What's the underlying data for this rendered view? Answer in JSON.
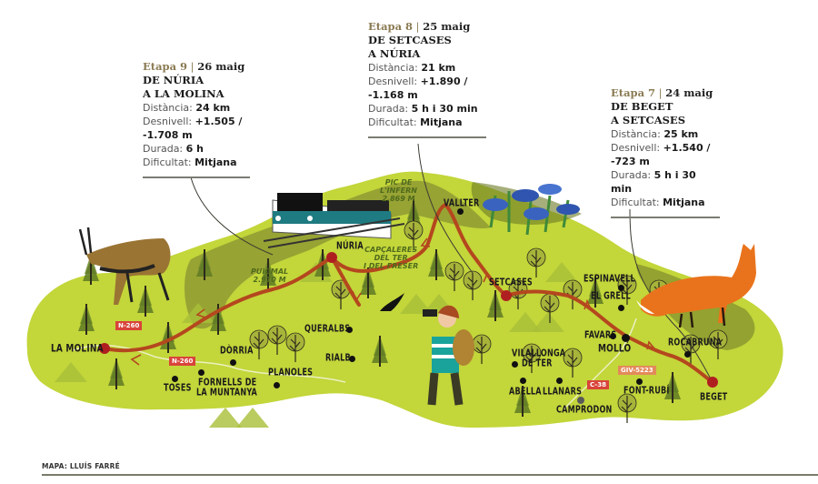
{
  "stages": [
    {
      "stage_label": "Etapa 9",
      "date": "26 maig",
      "title_line1": "DE NÚRIA",
      "title_line2": "A LA MOLINA",
      "distance_label": "Distància:",
      "distance_value": "24 km",
      "elevation_label": "Desnivell:",
      "elevation_up": "+1.505 /",
      "elevation_down": "-1.708 m",
      "duration_label": "Durada:",
      "duration_value": "6 h",
      "difficulty_label": "Dificultat:",
      "difficulty_value": "Mitjana"
    },
    {
      "stage_label": "Etapa 8",
      "date": "25 maig",
      "title_line1": "DE SETCASES",
      "title_line2": "A NÚRIA",
      "distance_label": "Distància:",
      "distance_value": "21 km",
      "elevation_label": "Desnivell:",
      "elevation_up": "+1.890 /",
      "elevation_down": "-1.168 m",
      "duration_label": "Durada:",
      "duration_value": "5 h i 30 min",
      "difficulty_label": "Dificultat:",
      "difficulty_value": "Mitjana"
    },
    {
      "stage_label": "Etapa 7",
      "date": "24 maig",
      "title_line1": "DE BEGET",
      "title_line2": "A SETCASES",
      "distance_label": "Distància:",
      "distance_value": "25 km",
      "elevation_label": "Desnivell:",
      "elevation_up": "+1.540 /",
      "elevation_down": "-723 m",
      "duration_label": "Durada:",
      "duration_value": "5 h i 30 min",
      "difficulty_label": "Dificultat:",
      "difficulty_value": "Mitjana"
    }
  ],
  "map": {
    "places": {
      "la_molina": "LA MOLINA",
      "nuria": "NÚRIA",
      "vallter": "VALLTER",
      "setcases": "SETCASES",
      "espinavell": "ESPINAVELL",
      "el_grell": "EL GRELL",
      "favars": "FAVARS",
      "mollo": "MOLLÓ",
      "rocabruna": "ROCABRUNA",
      "beget": "BEGET",
      "queralbs": "QUERALBS",
      "rialb": "RIALB",
      "planoles": "PLANOLES",
      "dorria": "DÒRRIA",
      "toses": "TOSES",
      "fornells_1": "FORNELLS DE",
      "fornells_2": "LA MUNTANYA",
      "vilallonga_1": "VILALLONGA",
      "vilallonga_2": "DE TER",
      "abella": "ABELLA",
      "llanars": "LLANARS",
      "camprodon": "CAMPRODON",
      "font_rubi": "FONT-RUBÍ"
    },
    "features": {
      "pic_infern": "PIC DE\nL'INFERN\n2.869 M",
      "puigmal": "PUIGMAL\n2.910 M",
      "capcaleres": "CAPÇALERES\nDEL TER\nI DEL FRESER"
    },
    "roads": {
      "n260_a": "N-260",
      "n260_b": "N-260",
      "c38": "C-38",
      "giv5223": "GIV-5223"
    },
    "colors": {
      "land": "#c3d63a",
      "land_dark": "#8f9a33",
      "route": "#b4471e",
      "stage_point": "#b01f20",
      "road_label": "#d9443a",
      "road_label_alt": "#e38a5a"
    }
  },
  "credit": "MAPA: LLUÍS FARRÉ"
}
